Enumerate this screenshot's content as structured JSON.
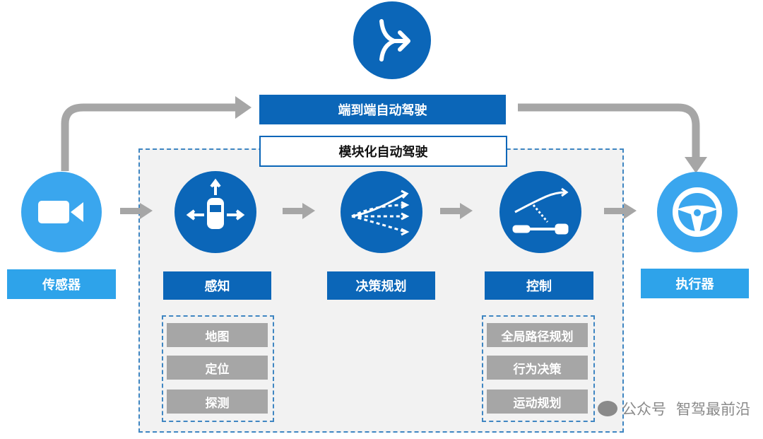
{
  "top": {
    "end_to_end": "端到端自动驾驶",
    "modular": "模块化自动驾驶"
  },
  "sensor": {
    "label": "传感器",
    "icon": "video-camera-icon"
  },
  "actuator": {
    "label": "执行器",
    "icon": "steering-wheel-icon"
  },
  "modules": [
    {
      "label": "感知",
      "icon": "car-directions-icon"
    },
    {
      "label": "决策规划",
      "icon": "branching-paths-icon"
    },
    {
      "label": "控制",
      "icon": "trajectory-control-icon"
    }
  ],
  "perception_items": [
    "地图",
    "定位",
    "探测"
  ],
  "control_items": [
    "全局路径规划",
    "行为决策",
    "运动规划"
  ],
  "watermark": {
    "prefix": "公众号",
    "name": "智驾最前沿"
  },
  "colors": {
    "dark_blue": "#0b66b8",
    "light_blue": "#3aa6ee",
    "gray": "#a6a6a6"
  }
}
